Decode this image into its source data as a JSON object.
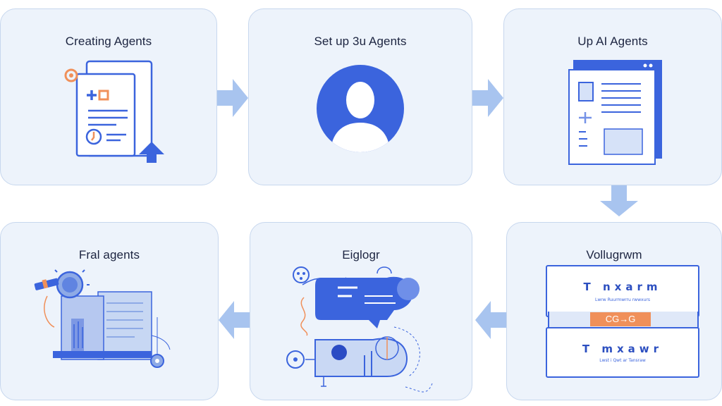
{
  "colors": {
    "card_bg": "#edf3fb",
    "card_border": "#c7d7ee",
    "primary_blue": "#3b64dd",
    "light_blue": "#a8c4ef",
    "accent_orange": "#f0905a",
    "text_dark": "#1c2440"
  },
  "steps": [
    {
      "title": "Creating Agents"
    },
    {
      "title": "Set up 3u Agents"
    },
    {
      "title": "Up AI Agents"
    },
    {
      "title": "Vollugrwm"
    },
    {
      "title": "Eiglogr"
    },
    {
      "title": "Fral agents"
    }
  ],
  "vollugrwm": {
    "banner_top_text": "T nxarm",
    "banner_top_small": "Lwrw   Ruurmwrru  rwwxurs",
    "middle_text": "CG→G",
    "banner_bottom_text": "T mxawr",
    "banner_bottom_small": "Lwst   i  Qwt  ar  Tansraw"
  },
  "flow_arrows": [
    "right",
    "right",
    "down",
    "left",
    "left"
  ]
}
